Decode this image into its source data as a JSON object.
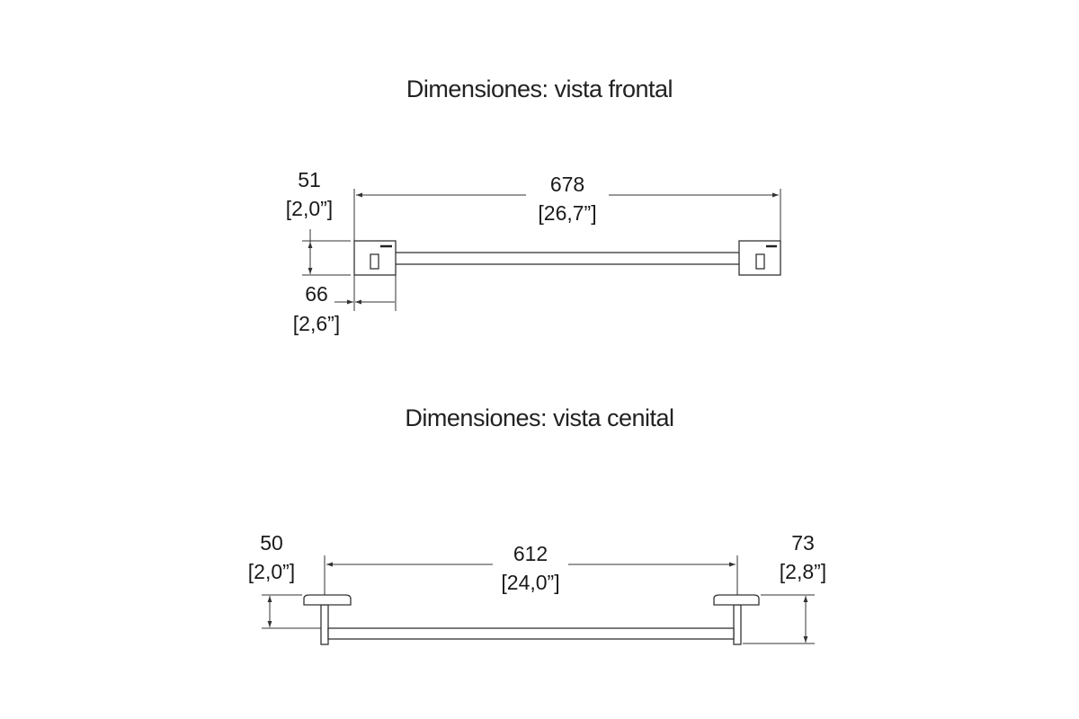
{
  "views": {
    "front": {
      "title": "Dimensiones: vista frontal",
      "length": {
        "mm": "678",
        "in": "[26,7”]"
      },
      "height": {
        "mm": "51",
        "in": "[2,0”]"
      },
      "base_width": {
        "mm": "66",
        "in": "[2,6”]"
      }
    },
    "top": {
      "title": "Dimensiones: vista cenital",
      "length": {
        "mm": "612",
        "in": "[24,0”]"
      },
      "left_depth": {
        "mm": "50",
        "in": "[2,0”]"
      },
      "right_depth": {
        "mm": "73",
        "in": "[2,8”]"
      }
    }
  }
}
